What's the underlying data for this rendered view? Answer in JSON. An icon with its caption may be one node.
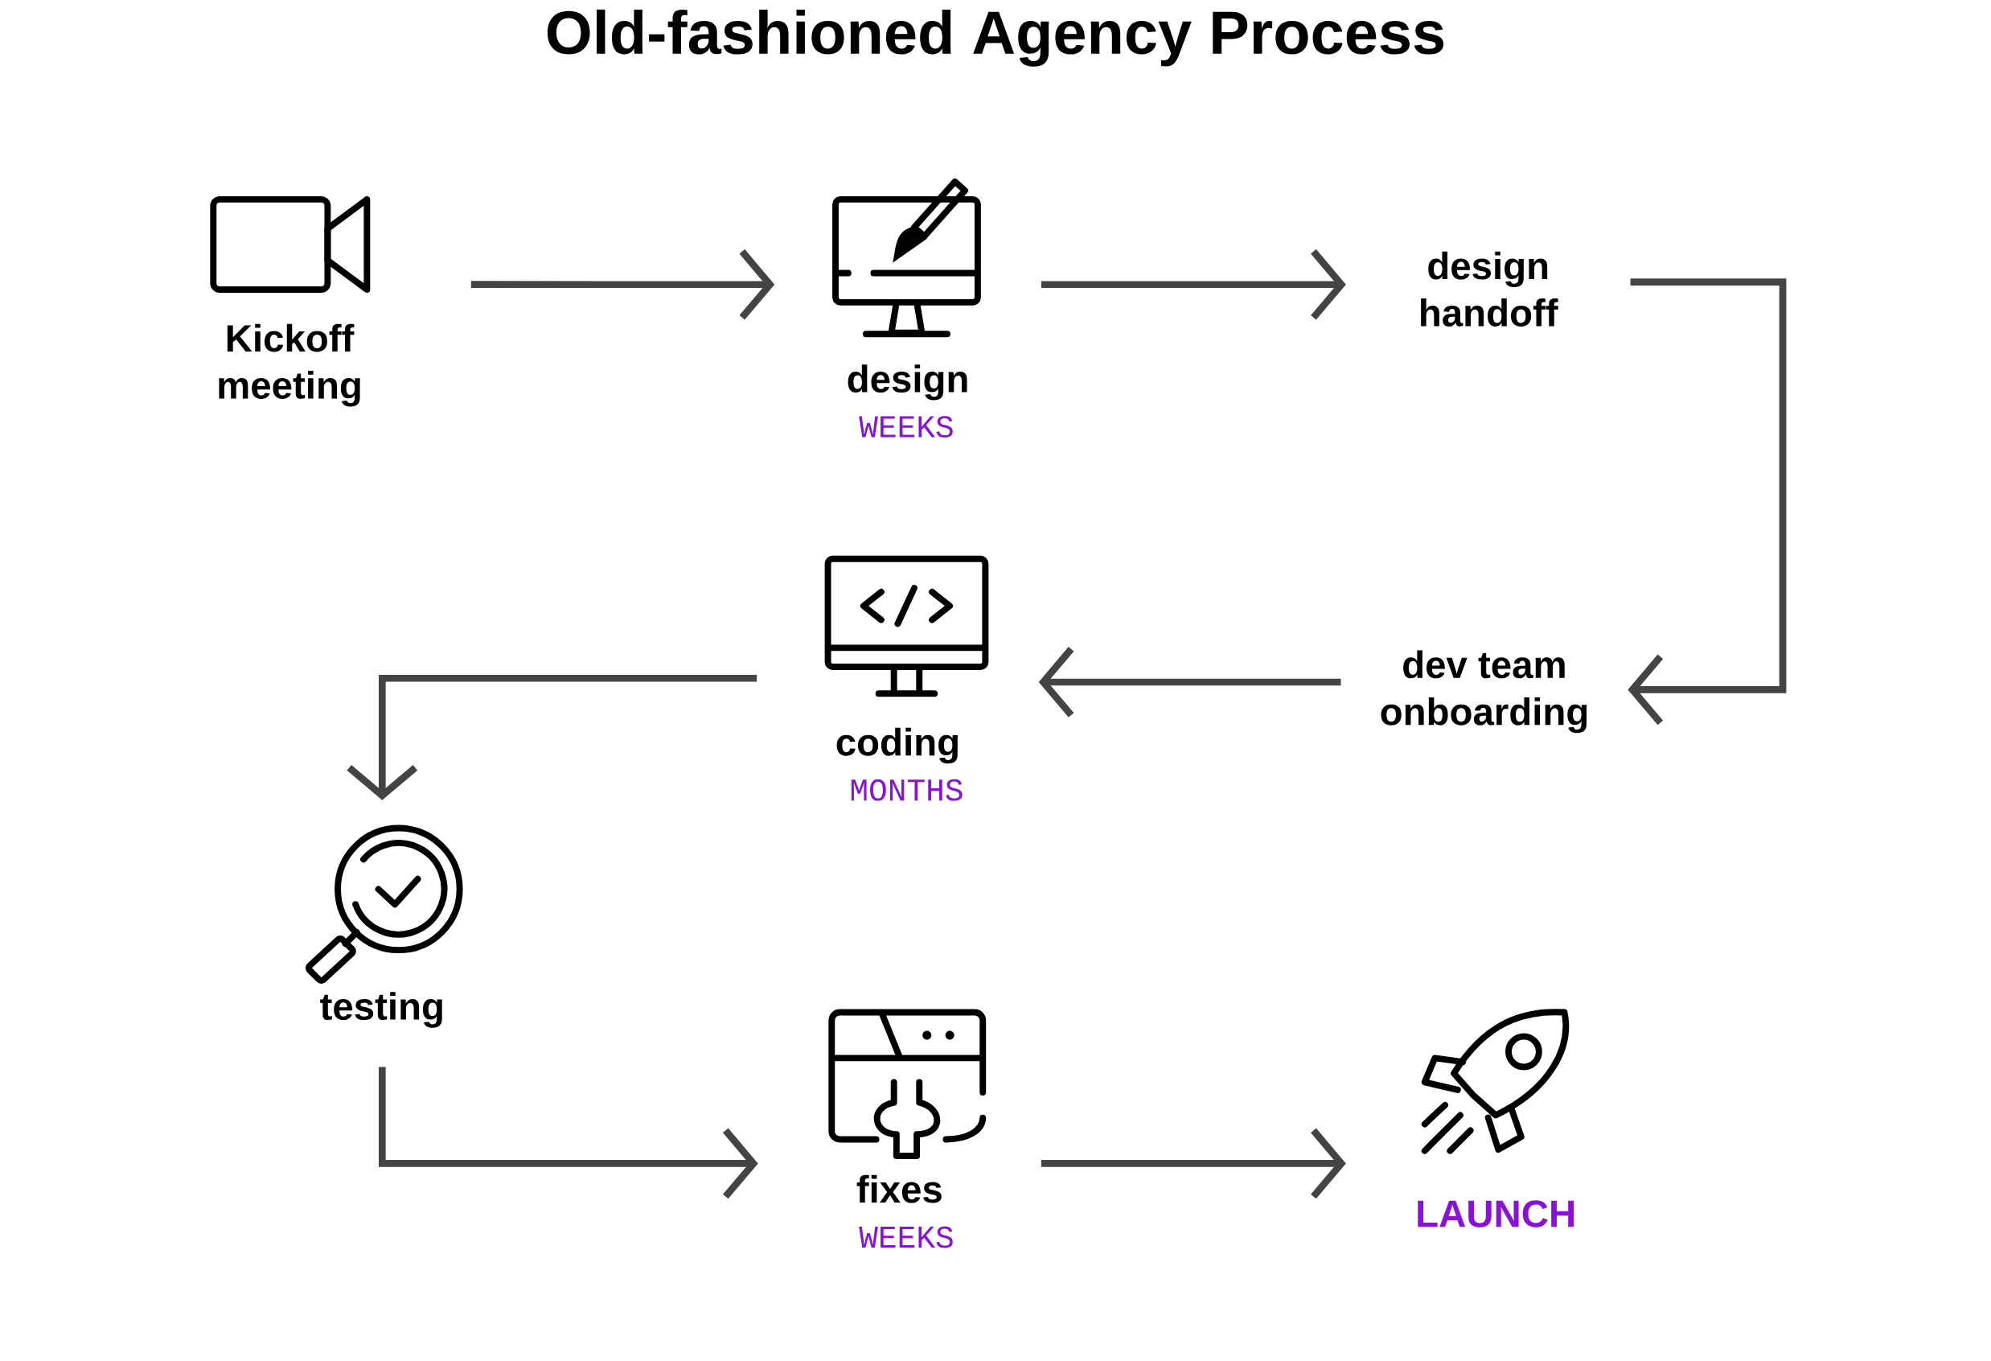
{
  "diagram": {
    "title": "Old-fashioned Agency Process",
    "nodes": [
      {
        "text": [
          "Kickoff meeting"
        ]
      },
      {
        "text": [
          "design"
        ],
        "beside": [
          "WEEKS"
        ]
      },
      {
        "text": [
          "design handoff"
        ]
      },
      {
        "text": [
          "dev team onboarding"
        ]
      },
      {
        "text": [
          "coding"
        ],
        "beside": [
          "MONTHS"
        ]
      },
      {
        "text": [
          "testing"
        ]
      },
      {
        "text": [
          "fixes"
        ],
        "beside": [
          "WEEKS"
        ]
      },
      {
        "text": [
          "LAUNCH"
        ]
      }
    ],
    "edges": [
      {
        "from": 0,
        "to": 1,
        "arrow": "to"
      },
      {
        "from": 1,
        "to": 2,
        "arrow": "to"
      },
      {
        "from": 2,
        "to": 3,
        "arrow": "to"
      },
      {
        "from": 3,
        "to": 4,
        "arrow": "to"
      },
      {
        "from": 4,
        "to": 5,
        "arrow": "to"
      },
      {
        "from": 5,
        "to": 6,
        "arrow": "to"
      },
      {
        "from": 6,
        "to": 7,
        "arrow": "to"
      }
    ]
  }
}
